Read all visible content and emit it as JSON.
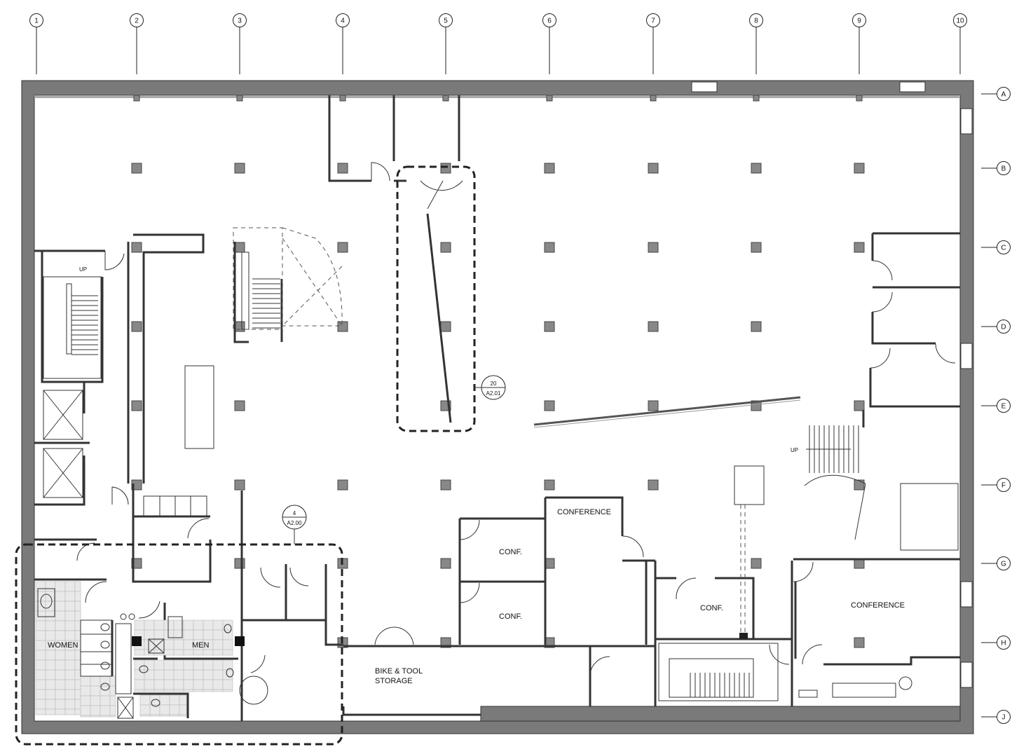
{
  "grid": {
    "columns": [
      "1",
      "2",
      "3",
      "4",
      "5",
      "6",
      "7",
      "8",
      "9",
      "10"
    ],
    "rows": [
      "A",
      "B",
      "C",
      "D",
      "E",
      "F",
      "G",
      "H",
      "J"
    ]
  },
  "rooms": {
    "conference_top": "CONFERENCE",
    "conf_1": "CONF.",
    "conf_2": "CONF.",
    "conf_3": "CONF.",
    "conference_right": "CONFERENCE",
    "women": "WOMEN",
    "men": "MEN",
    "bike_line1": "BIKE & TOOL",
    "bike_line2": "STORAGE"
  },
  "stairs": {
    "up_right": "UP",
    "up_left": "UP"
  },
  "callouts": {
    "detail_20": {
      "number": "20",
      "sheet": "A2.01"
    },
    "detail_4": {
      "number": "4",
      "sheet": "A2.00"
    }
  },
  "colors": {
    "wall": "#7a7a7a",
    "column": "#888888",
    "tile": "#e9e9e9"
  }
}
